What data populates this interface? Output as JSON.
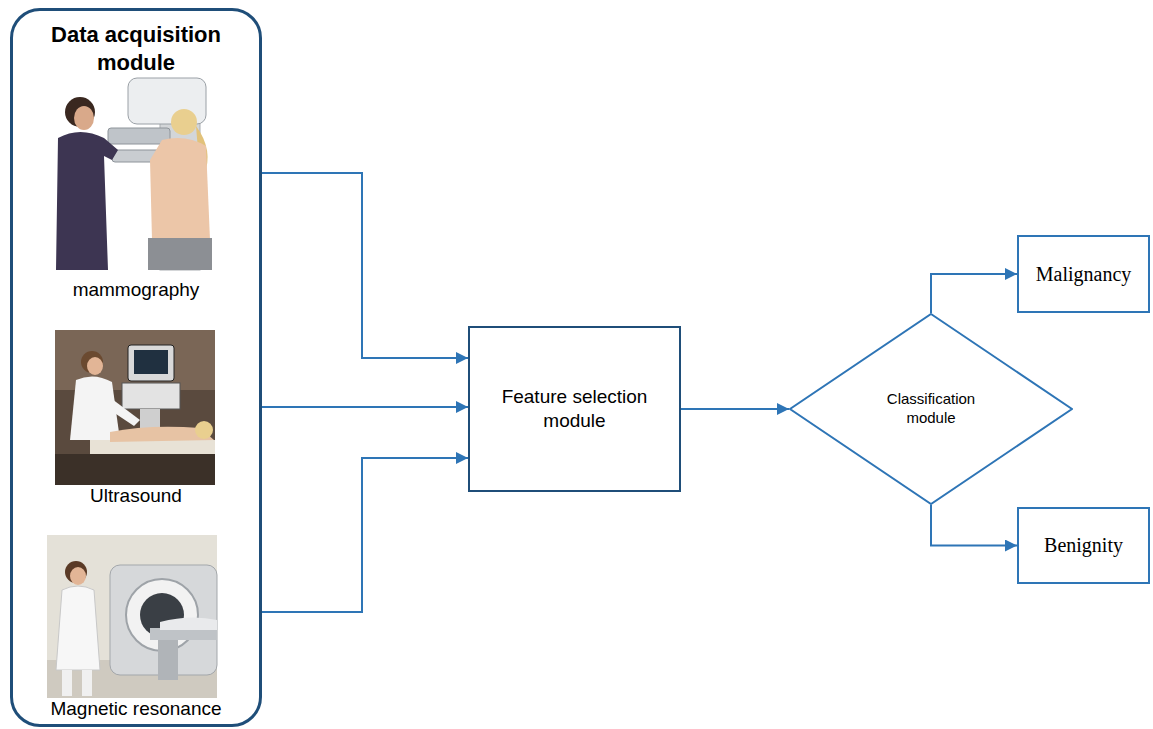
{
  "diagram": {
    "nodes": [
      {
        "text": [
          "Data acquisition module"
        ]
      },
      {
        "text": [
          "mammography"
        ],
        "in": 0
      },
      {
        "text": [
          "Ultrasound"
        ],
        "in": 0
      },
      {
        "text": [
          "Magnetic resonance"
        ],
        "in": 0
      },
      {
        "text": [
          "Feature selection module"
        ]
      },
      {
        "text": [
          "Classification module"
        ]
      },
      {
        "text": [
          "Malignancy"
        ]
      },
      {
        "text": [
          "Benignity"
        ]
      }
    ],
    "edges": [
      {
        "from": 1,
        "to": 4,
        "arrow": "to"
      },
      {
        "from": 2,
        "to": 4,
        "arrow": "to"
      },
      {
        "from": 3,
        "to": 4,
        "arrow": "to"
      },
      {
        "from": 4,
        "to": 5,
        "arrow": "to"
      },
      {
        "from": 5,
        "to": 6,
        "arrow": "to"
      },
      {
        "from": 5,
        "to": 7,
        "arrow": "to"
      }
    ]
  }
}
